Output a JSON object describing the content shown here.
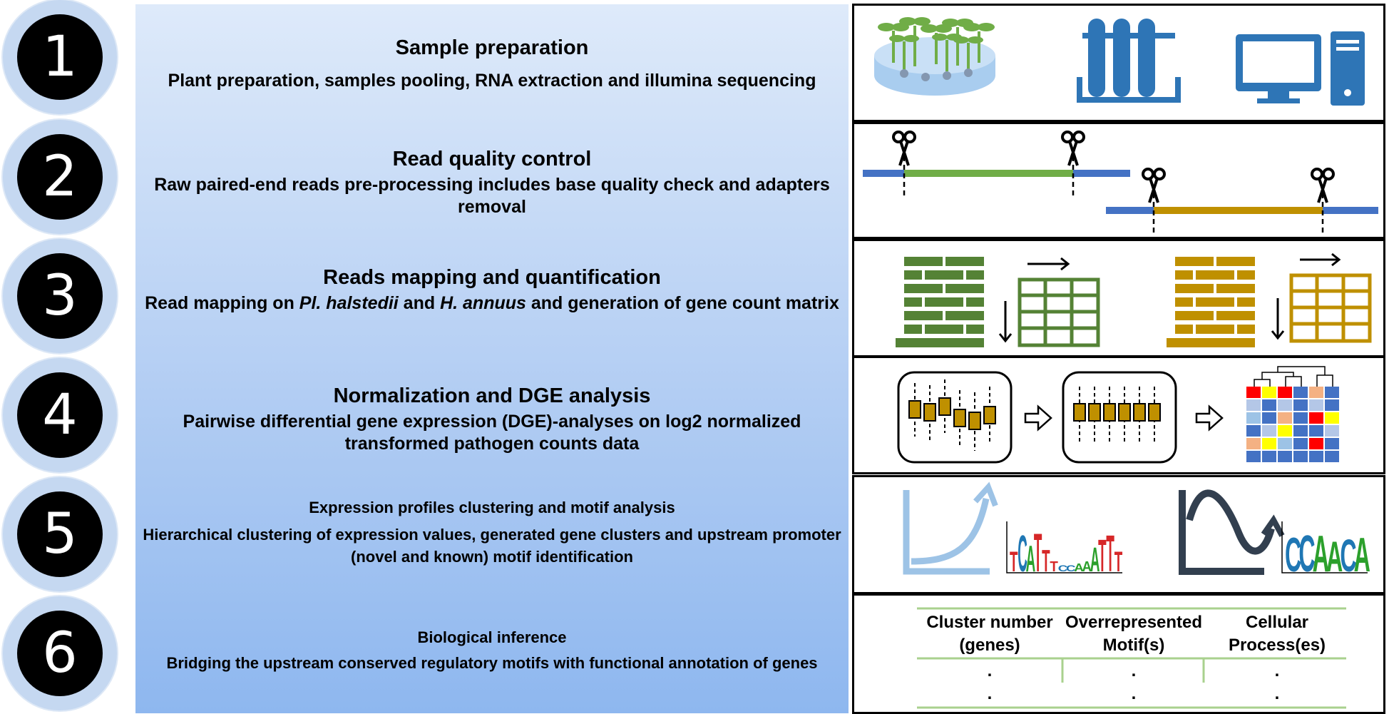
{
  "steps": [
    {
      "number": "1",
      "title": "Sample preparation",
      "description": "Plant preparation,  samples pooling, RNA extraction and illumina sequencing"
    },
    {
      "number": "2",
      "title": "Read quality control",
      "description": "Raw paired-end reads pre-processing includes base quality check and adapters removal"
    },
    {
      "number": "3",
      "title": "Reads mapping and quantification",
      "description_parts": [
        "Read mapping on ",
        "Pl. halstedii",
        " and ",
        "H. annuus",
        " and generation of gene count matrix"
      ]
    },
    {
      "number": "4",
      "title": "Normalization and DGE analysis",
      "description": "Pairwise differential gene expression (DGE)-analyses on log2 normalized transformed pathogen counts data"
    },
    {
      "number": "5",
      "title": "Expression profiles clustering and motif analysis",
      "description": "Hierarchical clustering of expression values, generated gene clusters and upstream promoter (novel and known) motif identification"
    },
    {
      "number": "6",
      "title": "Biological inference",
      "description": "Bridging the upstream conserved regulatory motifs with functional annotation of genes"
    }
  ],
  "motif_logos": [
    {
      "letters": "TCATTTCCAAATTT"
    },
    {
      "letters": "CCAACA"
    }
  ],
  "inference_table": {
    "headers": [
      "Cluster number (genes)",
      "Overrepresented Motif(s)",
      "Cellular Process(es)"
    ],
    "rows": [
      [
        ".",
        ".",
        "."
      ],
      [
        ".",
        ".",
        "."
      ]
    ]
  },
  "colors": {
    "circle_fill": "#000000",
    "circle_ring": "#c5d8f1",
    "band_top": "#deeafa",
    "band_bottom": "#8eb7ef",
    "read_blue": "#4472c4",
    "read_green": "#70ad47",
    "read_gold": "#bf9000",
    "brick_green": "#548235",
    "brick_gold": "#bf9000",
    "icon_blue": "#2e75b6",
    "table_line": "#a9d18e"
  },
  "icons": [
    "seedlings-icon",
    "test-tubes-icon",
    "computer-icon",
    "scissors-icon",
    "genome-bricks-icon",
    "count-matrix-icon",
    "boxplot-icon",
    "arrow-right-icon",
    "heatmap-icon",
    "rising-curve-icon",
    "oscillation-curve-icon",
    "motif-logo-icon"
  ]
}
